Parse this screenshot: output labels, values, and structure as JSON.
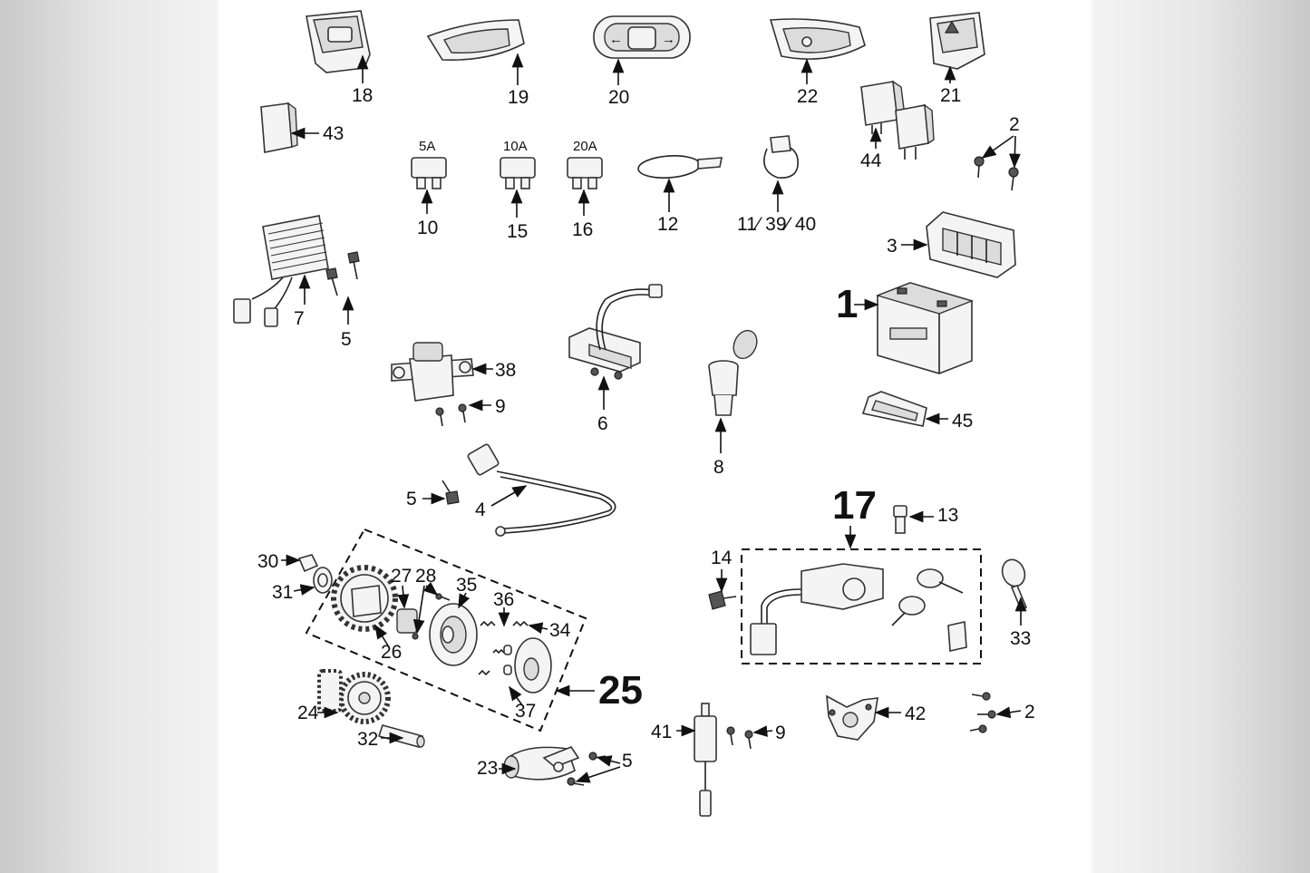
{
  "labels": {
    "p18": "18",
    "p19": "19",
    "p20": "20",
    "p22": "22",
    "p21": "21",
    "p43": "43",
    "p44": "44",
    "p2a": "2",
    "fuse5a": "5A",
    "fuse10a": "10A",
    "fuse20a": "20A",
    "p10": "10",
    "p15": "15",
    "p16": "16",
    "p12": "12",
    "p11_39_40": "11∕ 39∕ 40",
    "p3": "3",
    "p1": "1",
    "p7": "7",
    "p5a": "5",
    "p38": "38",
    "p9a": "9",
    "p6": "6",
    "p8": "8",
    "p45": "45",
    "p5b": "5",
    "p4": "4",
    "p17": "17",
    "p13": "13",
    "p14": "14",
    "p33": "33",
    "p30": "30",
    "p31": "31",
    "p27": "27",
    "p28": "28",
    "p35": "35",
    "p36": "36",
    "p34": "34",
    "p26": "26",
    "p37": "37",
    "p25": "25",
    "p24": "24",
    "p32": "32",
    "p23": "23",
    "p5c": "5",
    "p41": "41",
    "p9b": "9",
    "p42": "42",
    "p2b": "2"
  }
}
